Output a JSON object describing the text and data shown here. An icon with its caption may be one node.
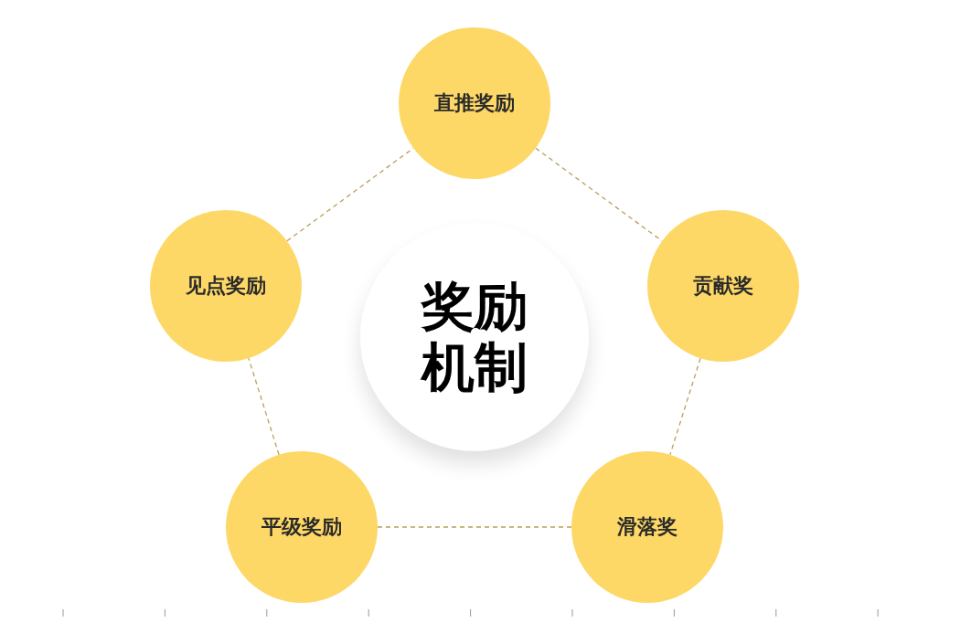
{
  "diagram": {
    "nodes": [
      {
        "text": [
          "奖励机制"
        ]
      },
      {
        "text": [
          "直推奖励"
        ]
      },
      {
        "text": [
          "贡献奖"
        ]
      },
      {
        "text": [
          "滑落奖"
        ]
      },
      {
        "text": [
          "平级奖励"
        ]
      },
      {
        "text": [
          "见点奖励"
        ]
      }
    ],
    "edges": [
      {
        "from": 1,
        "to": 2,
        "arrow": "none",
        "style": "dashed"
      },
      {
        "from": 2,
        "to": 3,
        "arrow": "none",
        "style": "dashed"
      },
      {
        "from": 3,
        "to": 4,
        "arrow": "none",
        "style": "dashed"
      },
      {
        "from": 4,
        "to": 5,
        "arrow": "none",
        "style": "dashed"
      },
      {
        "from": 5,
        "to": 1,
        "arrow": "none",
        "style": "dashed"
      }
    ]
  }
}
